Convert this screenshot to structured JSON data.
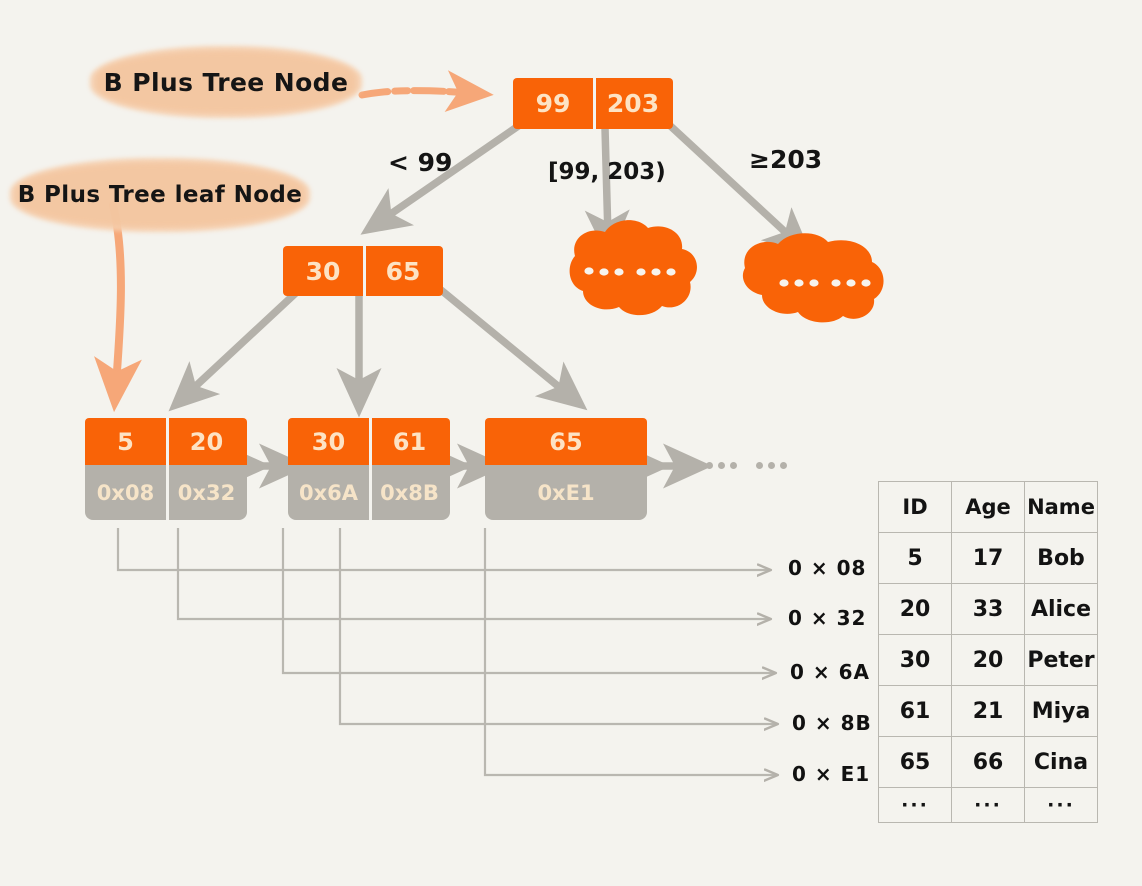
{
  "meta": {
    "title": "B+ Tree structure diagram",
    "background_color": "#f4f3ee",
    "accent_color": "#f96307",
    "pointer_block_color": "#b4b1aa",
    "highlight_color": "#f6cfae",
    "arrow_color": "#b4b1aa",
    "text_color": "#141414",
    "node_text_color": "#fde3c4"
  },
  "annotations": {
    "internal_node_label": "B Plus Tree Node",
    "leaf_node_label": "B Plus Tree leaf Node"
  },
  "edge_labels": {
    "left": "< 99",
    "middle": "[99, 203)",
    "right": "≥203"
  },
  "tree": {
    "root": {
      "keys": [
        "99",
        "203"
      ]
    },
    "internal": {
      "keys": [
        "30",
        "65"
      ]
    },
    "elided_children": [
      {
        "name": "blob-mid",
        "text": "··· ···"
      },
      {
        "name": "blob-right",
        "text": "··· ···"
      }
    ],
    "leaves": [
      {
        "keys": [
          "5",
          "20"
        ],
        "pointers": [
          "0x08",
          "0x32"
        ]
      },
      {
        "keys": [
          "30",
          "61"
        ],
        "pointers": [
          "0x6A",
          "0x8B"
        ]
      },
      {
        "keys": [
          "65"
        ],
        "pointers": [
          "0xE1"
        ]
      }
    ],
    "leaf_chain_continues": true
  },
  "addresses": [
    {
      "label": "0 × 08"
    },
    {
      "label": "0 × 32"
    },
    {
      "label": "0 × 6A"
    },
    {
      "label": "0 × 8B"
    },
    {
      "label": "0 × E1"
    }
  ],
  "record_table": {
    "columns": [
      "ID",
      "Age",
      "Name"
    ],
    "rows": [
      [
        "5",
        "17",
        "Bob"
      ],
      [
        "20",
        "33",
        "Alice"
      ],
      [
        "30",
        "20",
        "Peter"
      ],
      [
        "61",
        "21",
        "Miya"
      ],
      [
        "65",
        "66",
        "Cina"
      ],
      [
        "···",
        "···",
        "···"
      ]
    ]
  }
}
